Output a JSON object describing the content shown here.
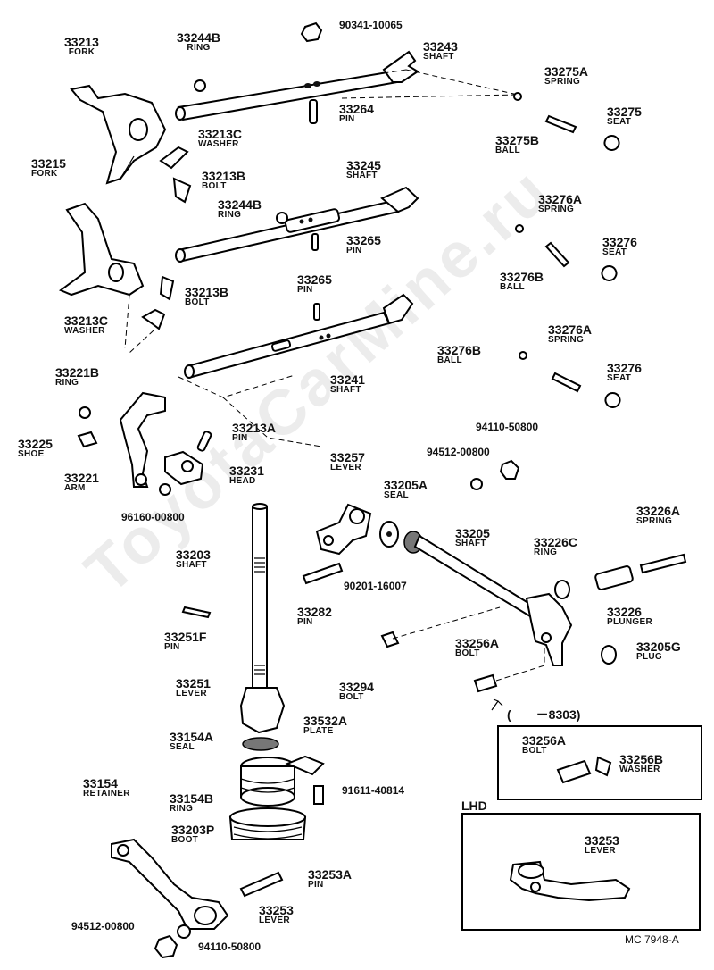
{
  "labels": [
    {
      "id": "33213",
      "num": "33213",
      "name": "FORK"
    },
    {
      "id": "33244B",
      "num": "33244B",
      "name": "RING"
    },
    {
      "id": "90341-10065",
      "num": "90341-10065",
      "name": ""
    },
    {
      "id": "33243",
      "num": "33243",
      "name": "SHAFT"
    },
    {
      "id": "33275A",
      "num": "33275A",
      "name": "SPRING"
    },
    {
      "id": "33275",
      "num": "33275",
      "name": "SEAT"
    },
    {
      "id": "33264",
      "num": "33264",
      "name": "PIN"
    },
    {
      "id": "33275B",
      "num": "33275B",
      "name": "BALL"
    },
    {
      "id": "33213C-1",
      "num": "33213C",
      "name": "WASHER"
    },
    {
      "id": "33215",
      "num": "33215",
      "name": "FORK"
    },
    {
      "id": "33213B-1",
      "num": "33213B",
      "name": "BOLT"
    },
    {
      "id": "33245",
      "num": "33245",
      "name": "SHAFT"
    },
    {
      "id": "33244B-2",
      "num": "33244B",
      "name": "RING"
    },
    {
      "id": "33276A-1",
      "num": "33276A",
      "name": "SPRING"
    },
    {
      "id": "33276-1",
      "num": "33276",
      "name": "SEAT"
    },
    {
      "id": "33265-1",
      "num": "33265",
      "name": "PIN"
    },
    {
      "id": "33276B-1",
      "num": "33276B",
      "name": "BALL"
    },
    {
      "id": "33265-2",
      "num": "33265",
      "name": "PIN"
    },
    {
      "id": "33213B-2",
      "num": "33213B",
      "name": "BOLT"
    },
    {
      "id": "33213C-2",
      "num": "33213C",
      "name": "WASHER"
    },
    {
      "id": "33276A-2",
      "num": "33276A",
      "name": "SPRING"
    },
    {
      "id": "33276B-2",
      "num": "33276B",
      "name": "BALL"
    },
    {
      "id": "33276-2",
      "num": "33276",
      "name": "SEAT"
    },
    {
      "id": "33221B",
      "num": "33221B",
      "name": "RING"
    },
    {
      "id": "33241",
      "num": "33241",
      "name": "SHAFT"
    },
    {
      "id": "33213A",
      "num": "33213A",
      "name": "PIN"
    },
    {
      "id": "94110-50800-1",
      "num": "94110-50800",
      "name": ""
    },
    {
      "id": "33225",
      "num": "33225",
      "name": "SHOE"
    },
    {
      "id": "94512-00800-1",
      "num": "94512-00800",
      "name": ""
    },
    {
      "id": "33257",
      "num": "33257",
      "name": "LEVER"
    },
    {
      "id": "33231",
      "num": "33231",
      "name": "HEAD"
    },
    {
      "id": "33221",
      "num": "33221",
      "name": "ARM"
    },
    {
      "id": "33205A",
      "num": "33205A",
      "name": "SEAL"
    },
    {
      "id": "96160-00800",
      "num": "96160-00800",
      "name": ""
    },
    {
      "id": "33226A",
      "num": "33226A",
      "name": "SPRING"
    },
    {
      "id": "33205",
      "num": "33205",
      "name": "SHAFT"
    },
    {
      "id": "33226C",
      "num": "33226C",
      "name": "RING"
    },
    {
      "id": "33203",
      "num": "33203",
      "name": "SHAFT"
    },
    {
      "id": "90201-16007",
      "num": "90201-16007",
      "name": ""
    },
    {
      "id": "33226",
      "num": "33226",
      "name": "PLUNGER"
    },
    {
      "id": "33282",
      "num": "33282",
      "name": "PIN"
    },
    {
      "id": "33251F",
      "num": "33251F",
      "name": "PIN"
    },
    {
      "id": "33256A-1",
      "num": "33256A",
      "name": "BOLT"
    },
    {
      "id": "33205G",
      "num": "33205G",
      "name": "PLUG"
    },
    {
      "id": "33251",
      "num": "33251",
      "name": "LEVER"
    },
    {
      "id": "33294",
      "num": "33294",
      "name": "BOLT"
    },
    {
      "id": "33532A",
      "num": "33532A",
      "name": "PLATE"
    },
    {
      "id": "33154A",
      "num": "33154A",
      "name": "SEAL"
    },
    {
      "id": "33154",
      "num": "33154",
      "name": "RETAINER"
    },
    {
      "id": "91611-40814",
      "num": "91611-40814",
      "name": ""
    },
    {
      "id": "33154B",
      "num": "33154B",
      "name": "RING"
    },
    {
      "id": "33203P",
      "num": "33203P",
      "name": "BOOT"
    },
    {
      "id": "33253A",
      "num": "33253A",
      "name": "PIN"
    },
    {
      "id": "33253",
      "num": "33253",
      "name": "LEVER"
    },
    {
      "id": "94512-00800-2",
      "num": "94512-00800",
      "name": ""
    },
    {
      "id": "94110-50800-2",
      "num": "94110-50800",
      "name": ""
    },
    {
      "id": "33256A-2",
      "num": "33256A",
      "name": "BOLT"
    },
    {
      "id": "33256B",
      "num": "33256B",
      "name": "WASHER"
    },
    {
      "id": "33253-lhd",
      "num": "33253",
      "name": "LEVER"
    }
  ],
  "inset_note": "(　　－8303)",
  "lhd_title": "LHD",
  "ref_code": "MC  7948-A",
  "watermark": "ToyotaCarMine.ru"
}
